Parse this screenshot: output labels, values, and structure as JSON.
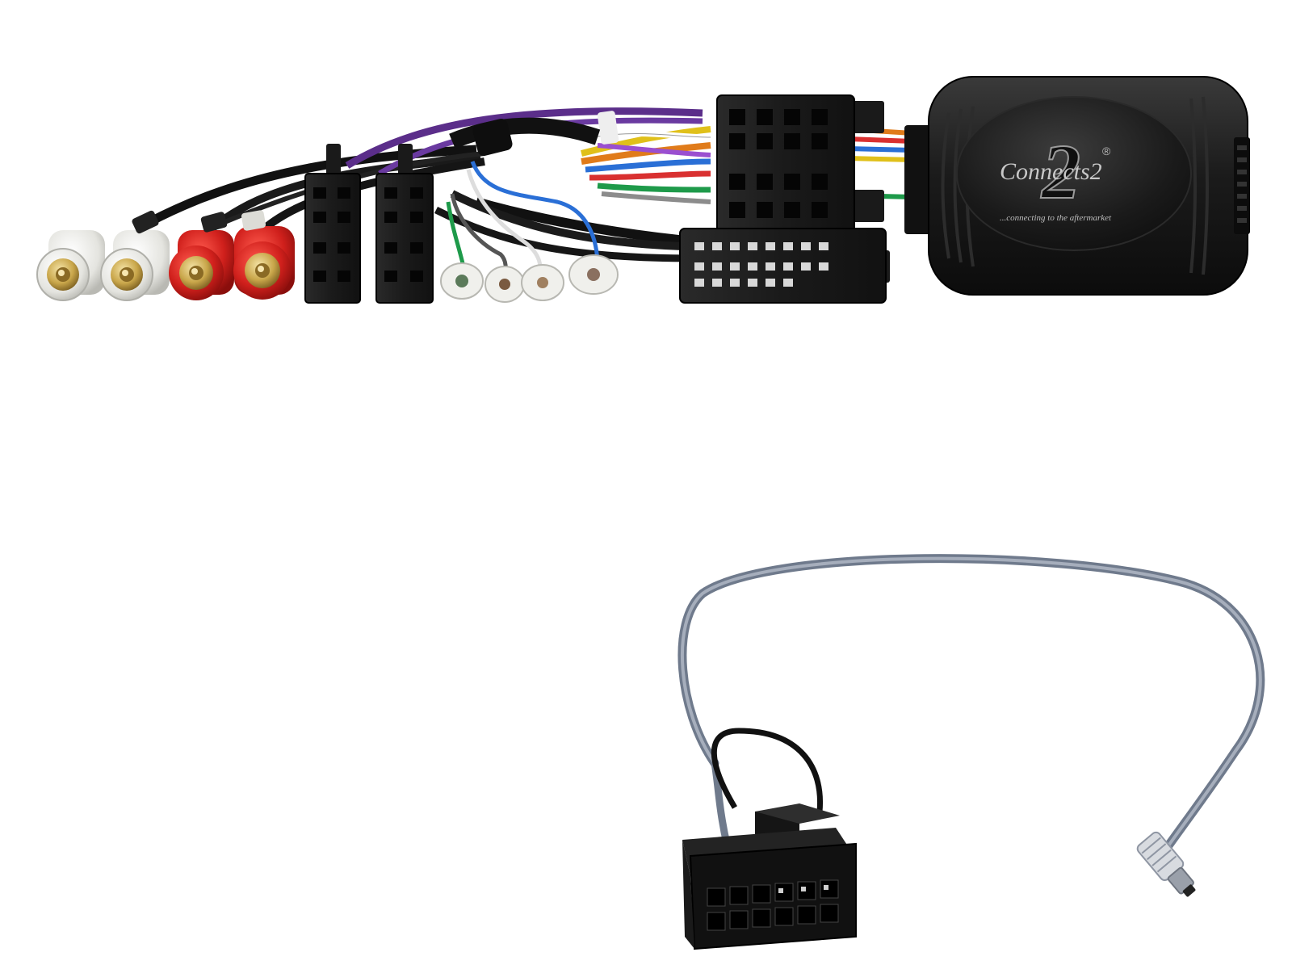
{
  "product": {
    "brand_logo": "Connects2",
    "brand_mark": "2",
    "registered_symbol": "®",
    "tagline": "...connecting to the aftermarket"
  },
  "colors": {
    "background": "#ffffff",
    "module_body": "#1d1d1d",
    "connector_black": "#1a1a1a",
    "rca_red": "#d0201c",
    "rca_white": "#eeeeea",
    "rca_gold": "#c9a64a",
    "patch_cable_grey": "#8a94a6"
  },
  "icons": {
    "module": "interface-module-icon",
    "rca": "rca-plug-icon",
    "iso": "iso-connector-icon",
    "spade": "spade-terminal-icon",
    "patch_lead": "patch-lead-icon",
    "antenna": "antenna-plug-icon"
  }
}
